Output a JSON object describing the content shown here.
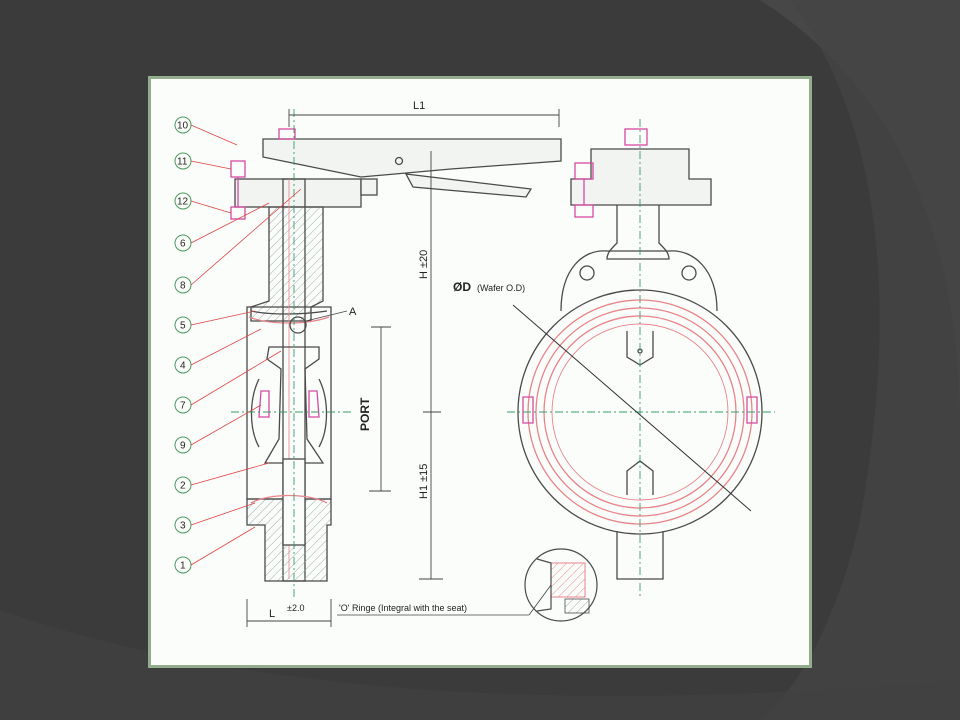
{
  "colors": {
    "background": "#3a3a3a",
    "slide_border": "#93ad8d",
    "outline": "#4a4a4a",
    "seat_red": "#e8838a",
    "bolt_magenta": "#d64aa0",
    "centerline_green": "#3a9a6a",
    "callout_circle": "#4a9a5a"
  },
  "part_numbers": [
    "10",
    "11",
    "12",
    "6",
    "8",
    "5",
    "4",
    "7",
    "9",
    "2",
    "3",
    "1"
  ],
  "dimensions": {
    "l1": "L1",
    "h_tol": "H  ±20",
    "h1_tol": "H1 ±15",
    "l": "L",
    "l_tol": "±2.0",
    "port": "PORT",
    "od": "ØD",
    "od_note": "(Wafer O.D)",
    "detail": "A"
  },
  "notes": {
    "o_ring": "'O' Ringe (Integral with the seat)"
  }
}
